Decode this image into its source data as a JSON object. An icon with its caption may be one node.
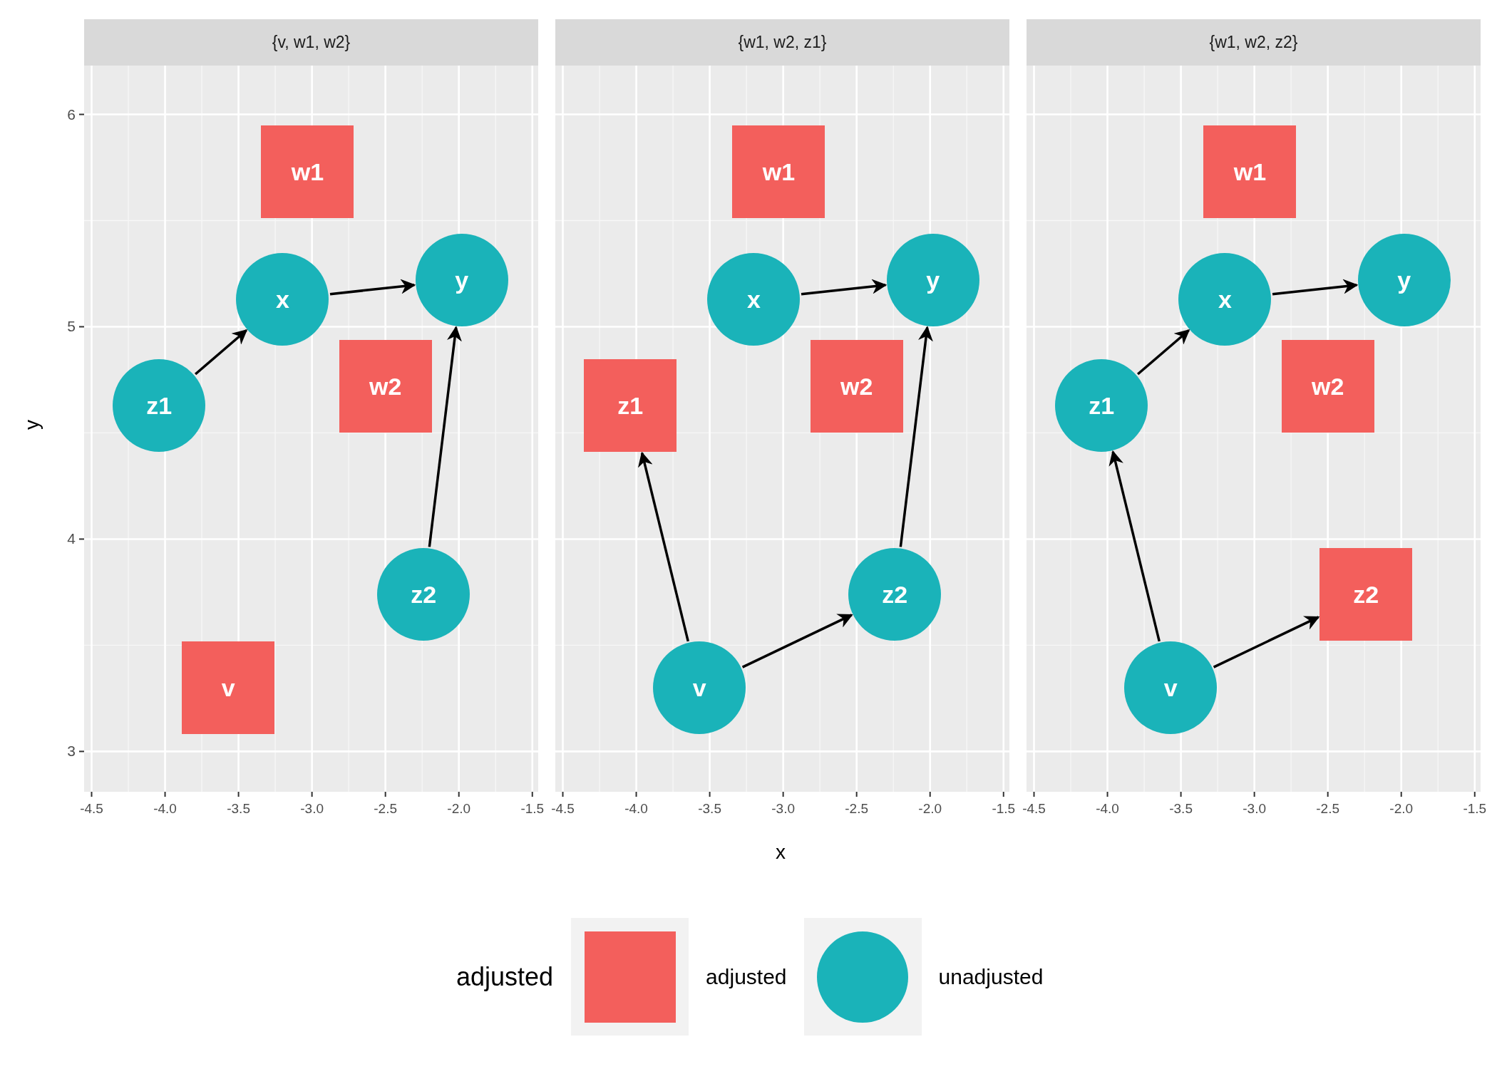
{
  "diagram": {
    "nodes": [
      {
        "text": [
          "{v, w1, w2}"
        ]
      },
      {
        "text": [
          "w1"
        ],
        "in": 0
      },
      {
        "text": [
          "y"
        ],
        "in": 0
      },
      {
        "text": [
          "x"
        ],
        "in": 0
      },
      {
        "text": [
          "w2"
        ],
        "in": 0
      },
      {
        "text": [
          "z1"
        ],
        "in": 0
      },
      {
        "text": [
          "z2"
        ],
        "in": 0
      },
      {
        "text": [
          "v"
        ],
        "in": 0
      },
      {
        "text": [
          "{w1, w2, z1}"
        ]
      },
      {
        "text": [
          "w1"
        ],
        "in": 8
      },
      {
        "text": [
          "y"
        ],
        "in": 8
      },
      {
        "text": [
          "x"
        ],
        "in": 8
      },
      {
        "text": [
          "w2"
        ],
        "in": 8
      },
      {
        "text": [
          "z1"
        ],
        "in": 8
      },
      {
        "text": [
          "z2"
        ],
        "in": 8
      },
      {
        "text": [
          "v"
        ],
        "in": 8
      },
      {
        "text": [
          "{w1, w2, z2}"
        ]
      },
      {
        "text": [
          "w1"
        ],
        "in": 16
      },
      {
        "text": [
          "y"
        ],
        "in": 16
      },
      {
        "text": [
          "x"
        ],
        "in": 16
      },
      {
        "text": [
          "w2"
        ],
        "in": 16
      },
      {
        "text": [
          "z1"
        ],
        "in": 16
      },
      {
        "text": [
          "z2"
        ],
        "in": 16
      },
      {
        "text": [
          "v"
        ],
        "in": 16
      }
    ],
    "edges": [
      {
        "from": 5,
        "to": 3,
        "arrow": "to"
      },
      {
        "from": 3,
        "to": 2,
        "arrow": "to"
      },
      {
        "from": 6,
        "to": 2,
        "arrow": "to"
      },
      {
        "from": 11,
        "to": 10,
        "arrow": "to"
      },
      {
        "from": 15,
        "to": 13,
        "arrow": "to"
      },
      {
        "from": 15,
        "to": 14,
        "arrow": "to"
      },
      {
        "from": 14,
        "to": 10,
        "arrow": "to"
      },
      {
        "from": 21,
        "to": 19,
        "arrow": "to"
      },
      {
        "from": 19,
        "to": 18,
        "arrow": "to"
      },
      {
        "from": 23,
        "to": 21,
        "arrow": "to"
      },
      {
        "from": 23,
        "to": 22,
        "arrow": "to"
      }
    ],
    "labels": [
      "6",
      "5",
      "4",
      "3",
      "-4.5",
      "-4.0",
      "-3.5",
      "-3.0",
      "-2.5",
      "-2.0",
      "-1.5",
      "-4.5",
      "-4.0",
      "-3.5",
      "-3.0",
      "-2.5",
      "-2.0",
      "-1.5",
      "-4.5",
      "-4.0",
      "-3.5",
      "-3.0",
      "-2.5",
      "-2.0",
      "-1.5",
      "x",
      "y",
      "adjusted"
    ],
    "legend": [
      {
        "text": "adjusted",
        "color": "#f35f5c"
      },
      {
        "text": "unadjusted",
        "color": "#1ab3b9"
      }
    ]
  }
}
